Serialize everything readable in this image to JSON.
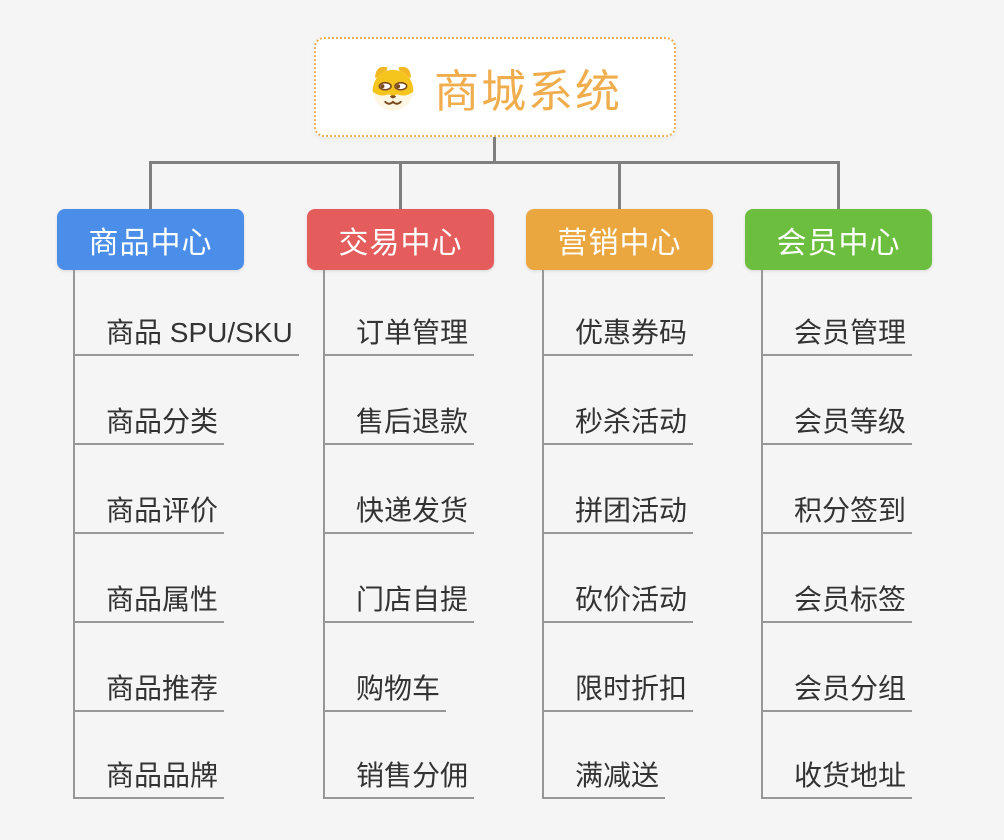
{
  "page": {
    "background": "#f5f5f5"
  },
  "root": {
    "title": "商城系统",
    "icon": "shiba-dog-icon",
    "title_color": "#f0ad4e",
    "border_color": "#eeb057"
  },
  "colors": {
    "connector": "#7f7f7f",
    "leaf_line": "#979797",
    "leaf_text": "#333333"
  },
  "branches": [
    {
      "label": "商品中心",
      "color": "#4a8eea",
      "items": [
        "商品 SPU/SKU",
        "商品分类",
        "商品评价",
        "商品属性",
        "商品推荐",
        "商品品牌"
      ]
    },
    {
      "label": "交易中心",
      "color": "#e45c5c",
      "items": [
        "订单管理",
        "售后退款",
        "快递发货",
        "门店自提",
        "购物车",
        "销售分佣"
      ]
    },
    {
      "label": "营销中心",
      "color": "#eba73f",
      "items": [
        "优惠券码",
        "秒杀活动",
        "拼团活动",
        "砍价活动",
        "限时折扣",
        "满减送"
      ]
    },
    {
      "label": "会员中心",
      "color": "#6cbe3f",
      "items": [
        "会员管理",
        "会员等级",
        "积分签到",
        "会员标签",
        "会员分组",
        "收货地址"
      ]
    }
  ]
}
